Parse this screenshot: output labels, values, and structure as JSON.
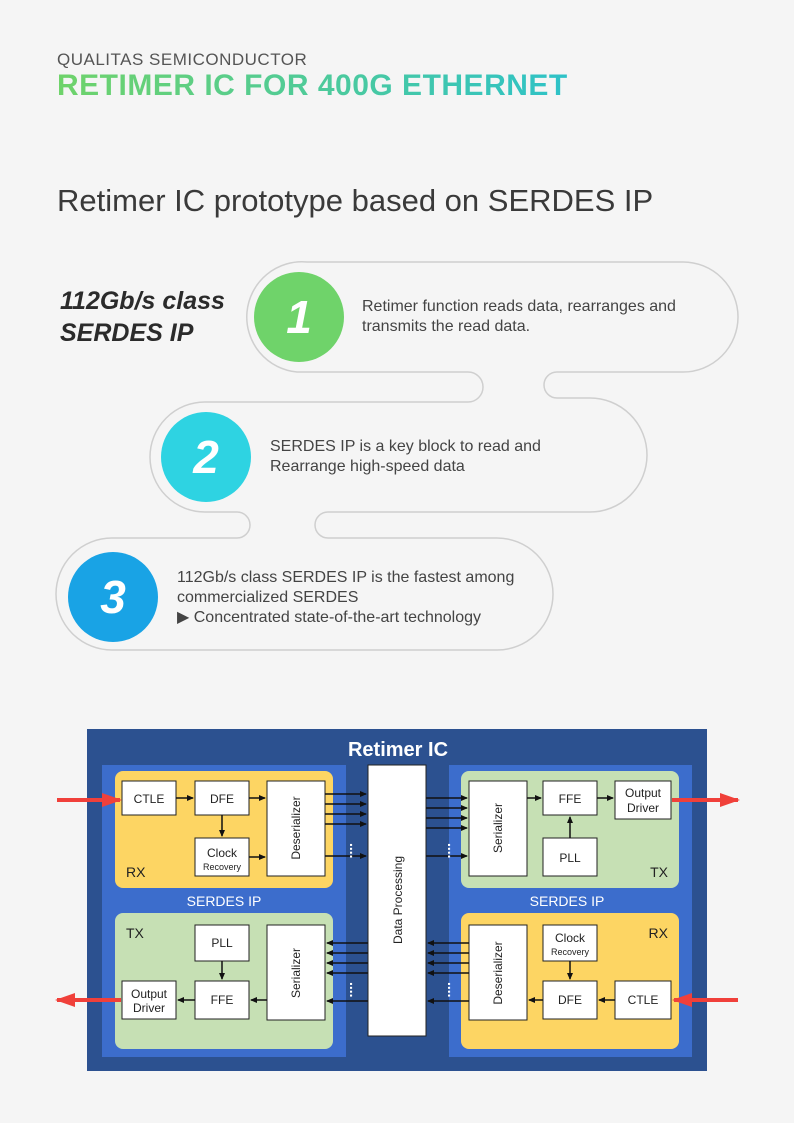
{
  "header": {
    "company": "QUALITAS SEMICONDUCTOR",
    "product": "RETIMER IC FOR 400G ETHERNET"
  },
  "subtitle": "Retimer IC prototype based on SERDES IP",
  "side_label": {
    "line1": "112Gb/s class",
    "line2": "SERDES IP"
  },
  "steps": [
    {
      "number": "1",
      "color": "#6fd36a",
      "line1": "Retimer function reads data, rearranges and",
      "line2": "transmits the read data.",
      "line3": ""
    },
    {
      "number": "2",
      "color": "#2ed3e2",
      "line1": "SERDES IP is a key block to read and",
      "line2": "Rearrange high-speed data",
      "line3": ""
    },
    {
      "number": "3",
      "color": "#19a3e5",
      "line1": "112Gb/s class SERDES IP is the fastest among",
      "line2": "commercialized SERDES",
      "line3": "▶  Concentrated state-of-the-art technology"
    }
  ],
  "diagram": {
    "title": "Retimer IC",
    "serdes_label": "SERDES IP",
    "data_processing": "Data Processing",
    "blocks": {
      "ctle": "CTLE",
      "dfe": "DFE",
      "ffe": "FFE",
      "pll": "PLL",
      "clock": "Clock",
      "recovery": "Recovery",
      "deserializer": "Deserializer",
      "serializer": "Serializer",
      "output": "Output",
      "driver": "Driver",
      "rx": "RX",
      "tx": "TX"
    },
    "colors": {
      "outer": "#2c5190",
      "inner": "#3c6dcc",
      "rx_panel": "#fdd563",
      "tx_panel": "#c6e0b4",
      "arrow_red": "#f0403a"
    }
  }
}
